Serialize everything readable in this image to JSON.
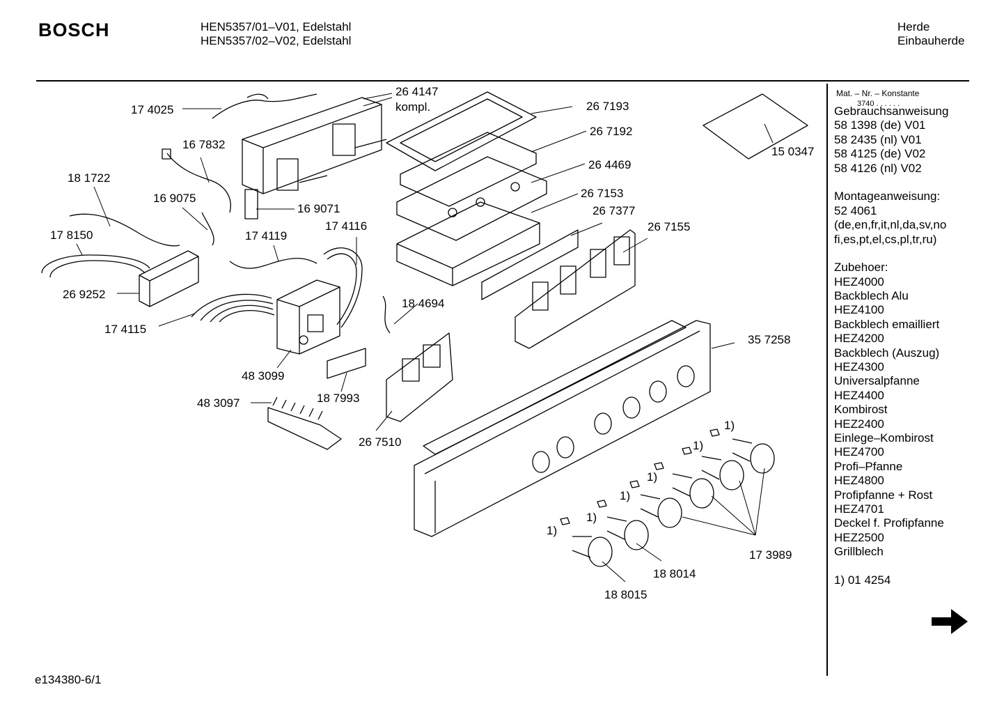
{
  "header": {
    "brand": "BOSCH",
    "models": [
      "HEN5357/01–V01, Edelstahl",
      "HEN5357/02–V02, Edelstahl"
    ],
    "category": [
      "Herde",
      "Einbauherde"
    ]
  },
  "sidebar": {
    "mat_label": "Mat. – Nr. – Konstante",
    "mat_value": "3740 . .  .  .  .  .",
    "lines": [
      "Gebrauchsanweisung",
      "58 1398 (de) V01",
      "58 2435 (nl) V01",
      "58 4125 (de) V02",
      "58 4126 (nl) V02",
      "",
      "Montageanweisung:",
      "52 4061",
      "(de,en,fr,it,nl,da,sv,no",
      "fi,es,pt,el,cs,pl,tr,ru)",
      "",
      "Zubehoer:",
      "HEZ4000",
      "Backblech Alu",
      "HEZ4100",
      "Backblech emailliert",
      "HEZ4200",
      "Backblech (Auszug)",
      "HEZ4300",
      "Universalpfanne",
      "HEZ4400",
      "Kombirost",
      "HEZ2400",
      "Einlege–Kombirost",
      "HEZ4700",
      "Profi–Pfanne",
      "HEZ4800",
      "Profipfanne + Rost",
      "HEZ4701",
      "Deckel f. Profipfanne",
      "HEZ2500",
      "Grillblech",
      "",
      "1) 01 4254"
    ]
  },
  "parts": [
    "26 4147",
    "kompl.",
    "17 4025",
    "16 7832",
    "18 1722",
    "16 9075",
    "16 9071",
    "17 8150",
    "17 4119",
    "17 4116",
    "26 9252",
    "17 4115",
    "18 4694",
    "48 3099",
    "18 7993",
    "48 3097",
    "26 7510",
    "26 7193",
    "26 7192",
    "26 4469",
    "26 7153",
    "26 7377",
    "26 7155",
    "35 7258",
    "15 0347",
    "17 3989",
    "18 8014",
    "18 8015",
    "1)",
    "1)",
    "1)",
    "1)",
    "1)",
    "1)"
  ],
  "footer": "e134380-6/1",
  "icons": {
    "next": "arrow-right-icon"
  }
}
